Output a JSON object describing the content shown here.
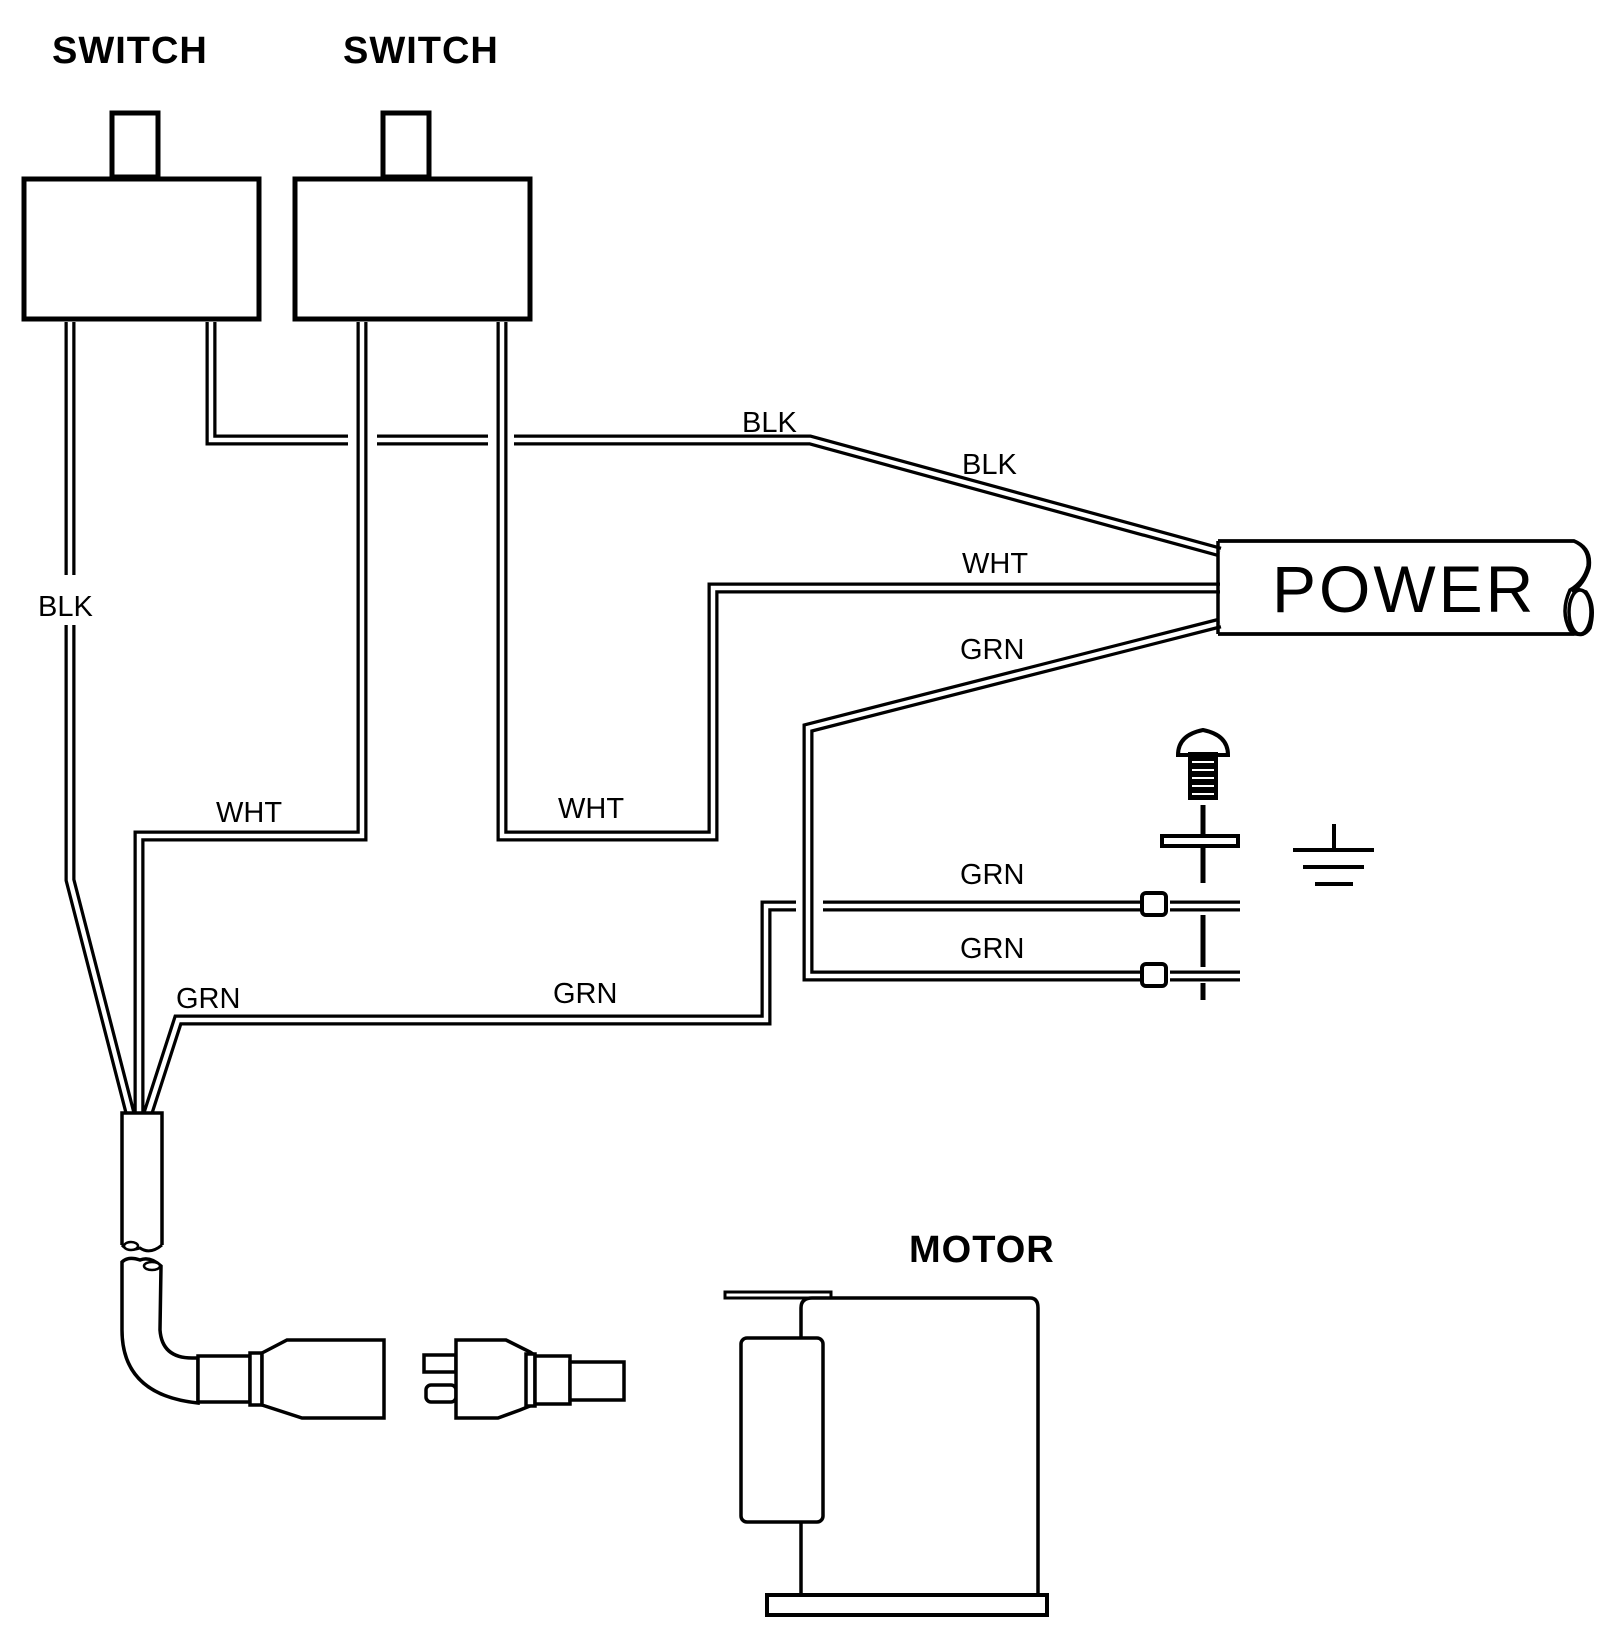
{
  "diagram": {
    "title": "Wiring diagram: dual switches, power cord, ground and motor",
    "components": {
      "switch_left": {
        "label": "SWITCH"
      },
      "switch_right": {
        "label": "SWITCH"
      },
      "power": {
        "label": "POWER"
      },
      "motor": {
        "label": "MOTOR"
      },
      "ground_screw": {
        "icon": "screw-icon"
      },
      "ground_symbol": {
        "icon": "ground-icon"
      }
    },
    "wire_labels": {
      "blk_vertical_left": "BLK",
      "blk_top_horizontal": "BLK",
      "blk_diagonal_power": "BLK",
      "wht_power": "WHT",
      "grn_power": "GRN",
      "wht_left_switch2": "WHT",
      "wht_right_switch2": "WHT",
      "grn_ground_upper": "GRN",
      "grn_ground_lower": "GRN",
      "grn_bundle_short": "GRN",
      "grn_bundle_long": "GRN"
    },
    "colors": {
      "line": "#000000",
      "background": "#ffffff"
    }
  }
}
